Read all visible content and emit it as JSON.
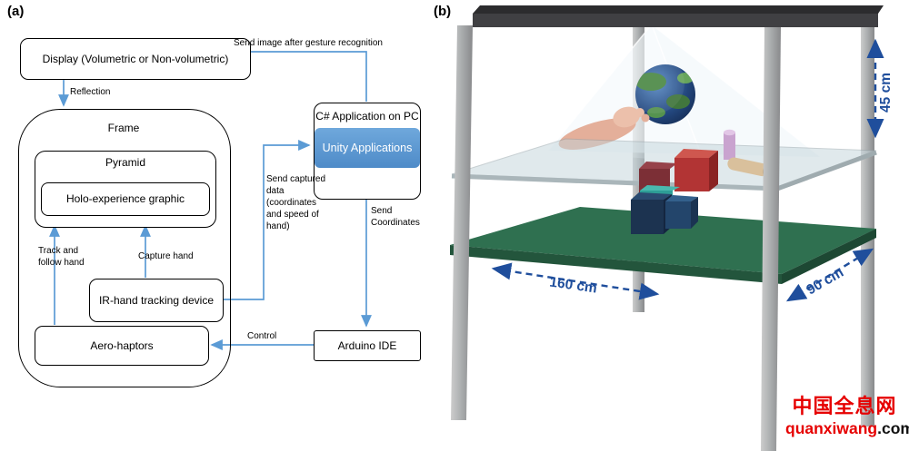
{
  "figure": {
    "panel_a_label": "(a)",
    "panel_b_label": "(b)"
  },
  "panel_a": {
    "nodes": {
      "display": "Display (Volumetric or Non-volumetric)",
      "frame": "Frame",
      "pyramid": "Pyramid",
      "holo_graphic": "Holo-experience graphic",
      "ir_tracker": "IR-hand tracking device",
      "aero_haptors": "Aero-haptors",
      "csharp_app": "C# Application on PC",
      "unity": "Unity Applications",
      "arduino": "Arduino IDE"
    },
    "edges": {
      "send_image": "Send image after gesture recognition",
      "reflection": "Reflection",
      "track_follow": "Track and follow hand",
      "capture_hand": "Capture hand",
      "send_captured": "Send captured data (coordinates and speed of hand)",
      "send_coordinates": "Send Coordinates",
      "control": "Control"
    }
  },
  "panel_b": {
    "dimensions": {
      "height": "45 cm",
      "width": "160 cm",
      "depth": "90 cm"
    },
    "watermark": {
      "cn": "中国全息网",
      "site_red": "quanxiwang",
      "site_black": ".com"
    }
  },
  "colors": {
    "flow_arrow": "#5b9bd5",
    "unity_fill": "#5b9bd5",
    "dimension_blue": "#1f4e9c",
    "watermark_red": "#e60000",
    "shelf_green": "#2f7050"
  }
}
